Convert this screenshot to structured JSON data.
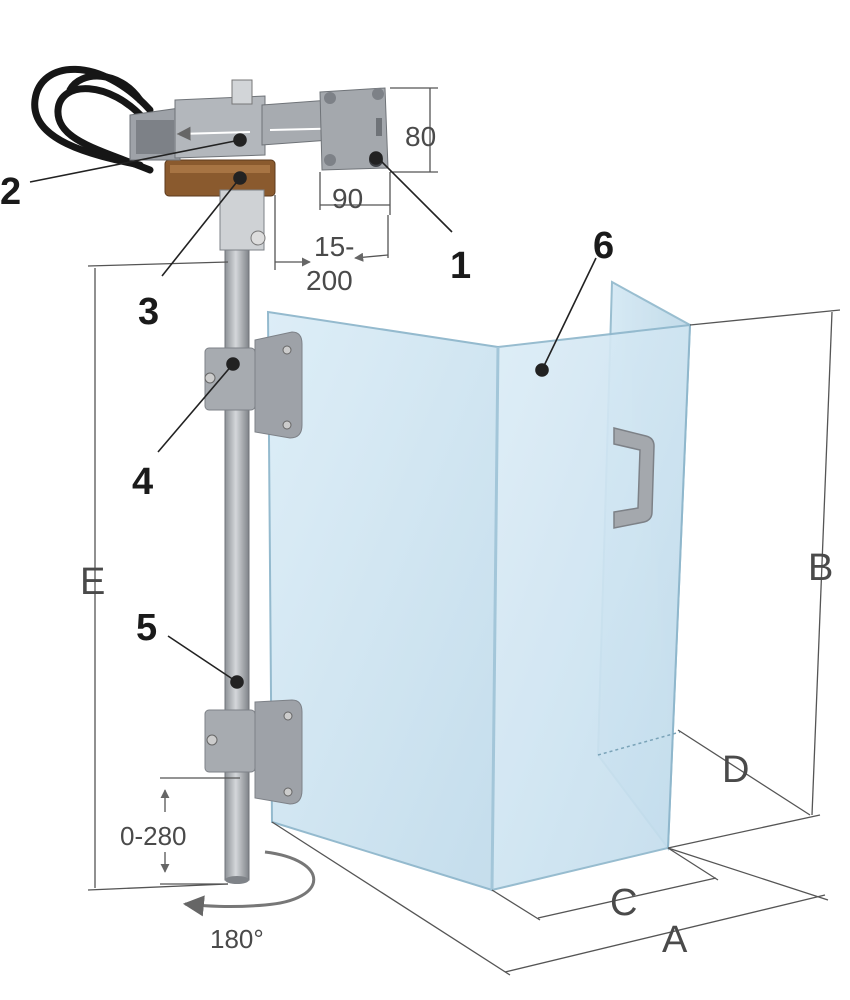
{
  "callouts": {
    "c1": "1",
    "c2": "2",
    "c3": "3",
    "c4": "4",
    "c5": "5",
    "c6": "6"
  },
  "dimensions": {
    "d80": "80",
    "d90": "90",
    "d15_200_a": "15-",
    "d15_200_b": "200",
    "d0_280": "0-280",
    "d180": "180°",
    "dA": "A",
    "dB": "B",
    "dC": "C",
    "dD": "D",
    "dE": "E"
  },
  "colors": {
    "metal": "#a7abb0",
    "metal_dark": "#7d8187",
    "glass": "#cfe6f3",
    "glass_edge": "#8fb7cc",
    "bearing": "#8a5a2e",
    "cable": "#1a1a1a",
    "dim_line": "#555555"
  }
}
